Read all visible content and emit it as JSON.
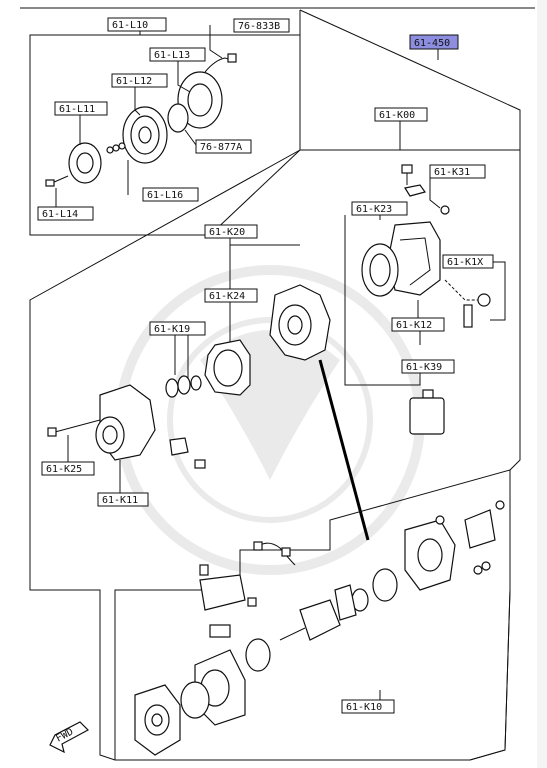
{
  "labels": {
    "assembly": "61-450",
    "l10": "61-L10",
    "l13": "61-L13",
    "l12": "61-L12",
    "l11": "61-L11",
    "l16": "61-L16",
    "l14": "61-L14",
    "p76833b": "76-833B",
    "p76877a": "76-877A",
    "k00": "61-K00",
    "k31": "61-K31",
    "k23": "61-K23",
    "k1x": "61-K1X",
    "k12": "61-K12",
    "k39": "61-K39",
    "k20": "61-K20",
    "k24": "61-K24",
    "k19": "61-K19",
    "k25": "61-K25",
    "k11": "61-K11",
    "k10": "61-K10"
  },
  "fwd": "FWD",
  "colors": {
    "highlight": "#8d8ee0",
    "line": "#111111"
  }
}
